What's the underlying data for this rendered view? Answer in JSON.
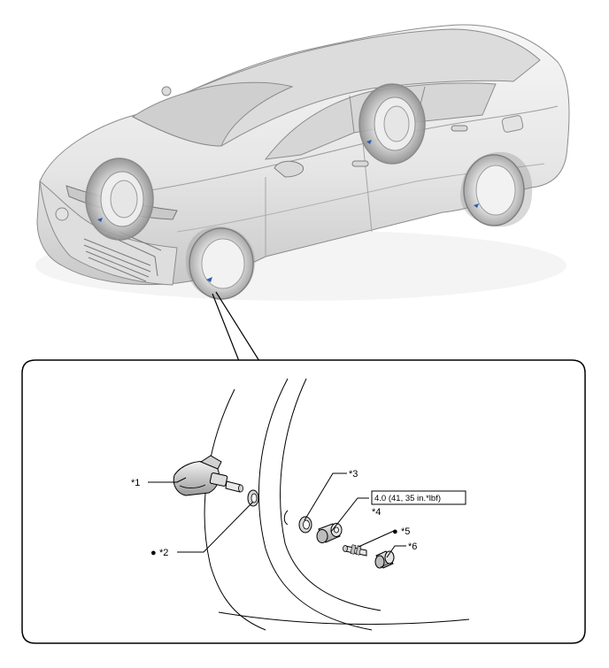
{
  "callouts": {
    "c1": {
      "label": "*1",
      "part": "tire-pressure-sensor"
    },
    "c2": {
      "label": "*2",
      "marker": "●",
      "part": "valve-grommet"
    },
    "c3": {
      "label": "*3",
      "part": "washer"
    },
    "c4": {
      "label": "*4",
      "part": "valve-nut"
    },
    "c5": {
      "label": "*5",
      "marker": "●",
      "part": "valve-core"
    },
    "c6": {
      "label": "*6",
      "part": "valve-cap"
    }
  },
  "torque_spec": {
    "text": "4.0 (41, 35 in.*lbf)"
  },
  "colors": {
    "line": "#000000",
    "car_body": "#e9e9e9",
    "car_shadow": "#bdbdbd",
    "detail_line": "#8c8c8c",
    "valve_marker": "#2a5db0"
  }
}
